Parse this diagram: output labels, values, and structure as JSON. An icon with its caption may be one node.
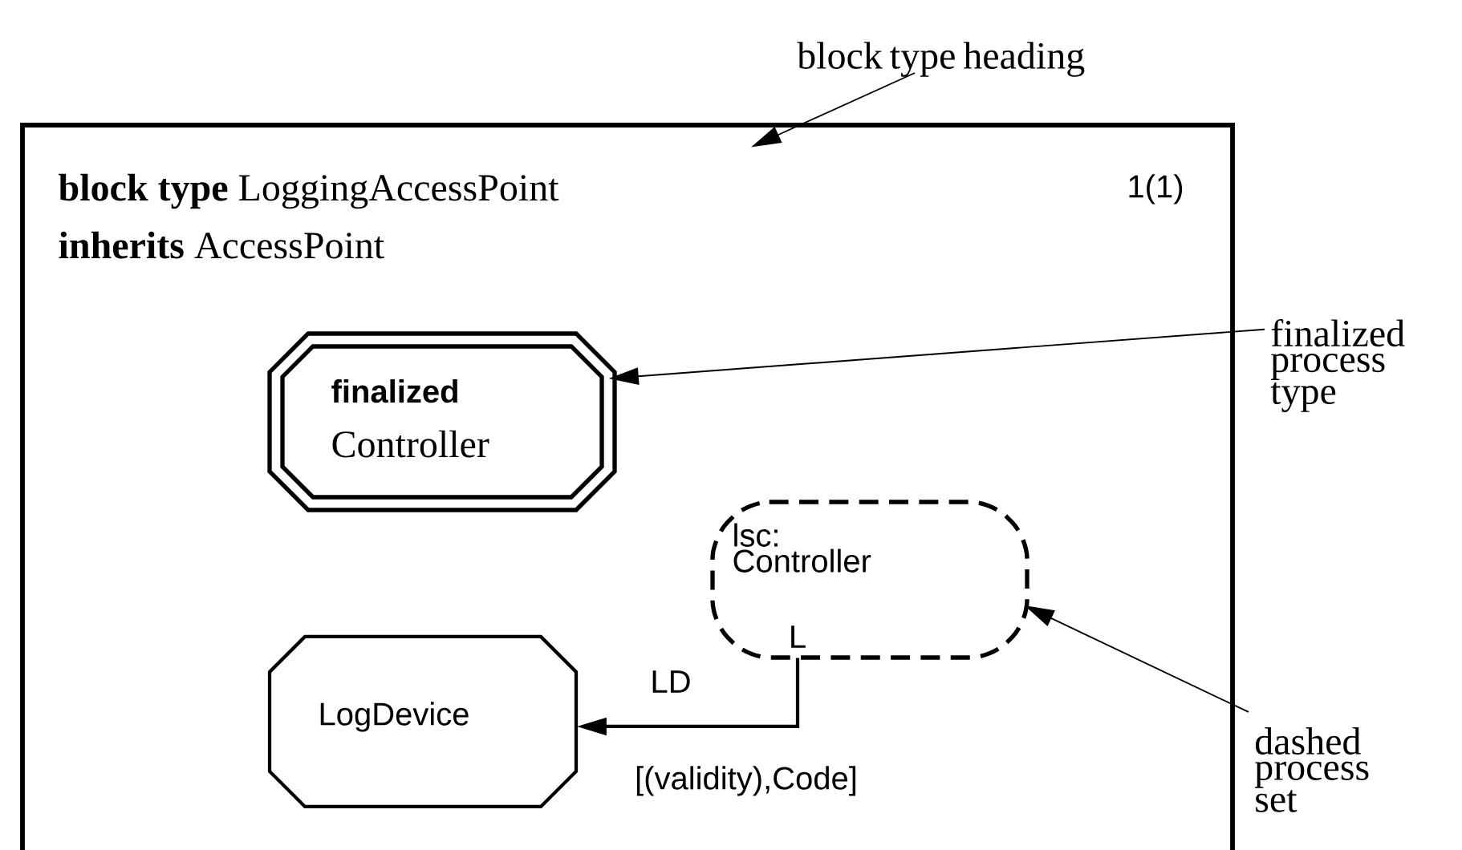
{
  "diagram": {
    "nodes": [
      {
        "text": [
          "**block type** LoggingAccessPoint",
          "**inherits** AccessPoint"
        ]
      },
      {
        "text": [
          "finalized",
          "Controller"
        ],
        "in": 0
      },
      {
        "text": [
          "lsc: Controller"
        ],
        "in": 0
      },
      {
        "text": [
          "LogDevice"
        ],
        "in": 0
      },
      {
        "text": [
          "block type heading"
        ]
      },
      {
        "text": [
          "finalized process type"
        ]
      },
      {
        "text": [
          "dashed process set"
        ]
      }
    ],
    "edges": [
      {
        "from": 4,
        "to": 0,
        "arrow": "to"
      },
      {
        "from": 5,
        "to": 1,
        "arrow": "to"
      },
      {
        "from": 6,
        "to": 2,
        "arrow": "to"
      },
      {
        "from": 2,
        "to": 3,
        "arrow": "to",
        "label": "LD"
      }
    ],
    "labels": [
      "1(1)",
      "L",
      "[(validity),Code]"
    ]
  }
}
